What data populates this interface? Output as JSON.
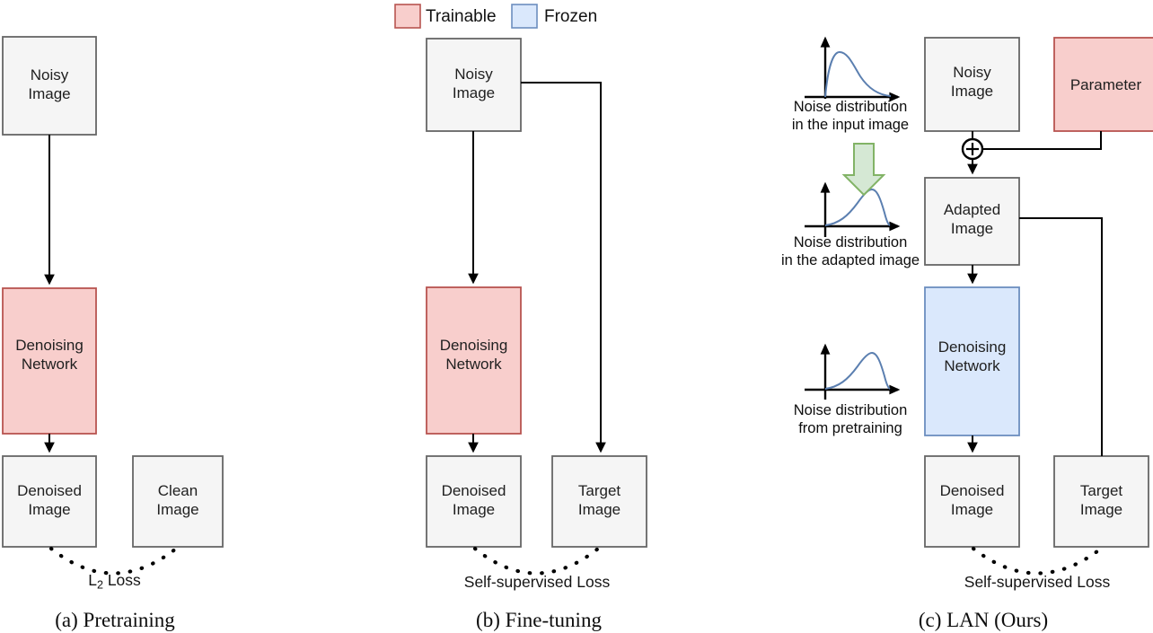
{
  "legend": {
    "items": [
      {
        "label": "Trainable",
        "color": "#f8cecc",
        "border": "#b85450"
      },
      {
        "label": "Frozen",
        "color": "#dae8fc",
        "border": "#6c8ebf"
      }
    ]
  },
  "colors": {
    "trainable_fill": "#f8cecc",
    "trainable_stroke": "#b85450",
    "frozen_fill": "#dae8fc",
    "frozen_stroke": "#6c8ebf",
    "neutral_fill": "#f5f5f5",
    "neutral_stroke": "#666666",
    "green_fill": "#d5e8d4",
    "green_stroke": "#82b366",
    "curve_stroke": "#5b7fb0",
    "line": "#000000"
  },
  "panels": [
    {
      "id": "a",
      "caption": "(a) Pretraining",
      "loss_label": "L2 Loss",
      "loss_label_main": "L",
      "loss_label_sub": "2",
      "loss_label_tail": " Loss",
      "boxes": [
        {
          "name": "noisy-image",
          "label": "Noisy\nImage",
          "kind": "neutral"
        },
        {
          "name": "denoising-network",
          "label": "Denoising\nNetwork",
          "kind": "trainable"
        },
        {
          "name": "denoised-image",
          "label": "Denoised\nImage",
          "kind": "neutral"
        },
        {
          "name": "clean-image",
          "label": "Clean\nImage",
          "kind": "neutral"
        }
      ]
    },
    {
      "id": "b",
      "caption": "(b) Fine-tuning",
      "loss_label": "Self-supervised Loss",
      "boxes": [
        {
          "name": "noisy-image",
          "label": "Noisy\nImage",
          "kind": "neutral"
        },
        {
          "name": "denoising-network",
          "label": "Denoising\nNetwork",
          "kind": "trainable"
        },
        {
          "name": "denoised-image",
          "label": "Denoised\nImage",
          "kind": "neutral"
        },
        {
          "name": "target-image",
          "label": "Target\nImage",
          "kind": "neutral"
        }
      ]
    },
    {
      "id": "c",
      "caption": "(c) LAN (Ours)",
      "loss_label": "Self-supervised Loss",
      "operator": "plus-circle",
      "boxes": [
        {
          "name": "noisy-image",
          "label": "Noisy\nImage",
          "kind": "neutral"
        },
        {
          "name": "parameter",
          "label": "Parameter",
          "kind": "trainable"
        },
        {
          "name": "adapted-image",
          "label": "Adapted\nImage",
          "kind": "neutral"
        },
        {
          "name": "denoising-network",
          "label": "Denoising\nNetwork",
          "kind": "frozen"
        },
        {
          "name": "denoised-image",
          "label": "Denoised\nImage",
          "kind": "neutral"
        },
        {
          "name": "target-image",
          "label": "Target\nImage",
          "kind": "neutral"
        }
      ],
      "distributions": [
        {
          "name": "noise-dist-input",
          "label": "Noise distribution\nin the input image",
          "shape": "sharp-peak-long-tail"
        },
        {
          "name": "noise-dist-adapted",
          "label": "Noise distribution\nin the adapted image",
          "shape": "broad-skewed-hump"
        },
        {
          "name": "noise-dist-pretraining",
          "label": "Noise distribution\nfrom pretraining",
          "shape": "broad-skewed-hump"
        }
      ],
      "transform_arrow": {
        "name": "green-down-arrow",
        "direction": "down"
      }
    }
  ]
}
